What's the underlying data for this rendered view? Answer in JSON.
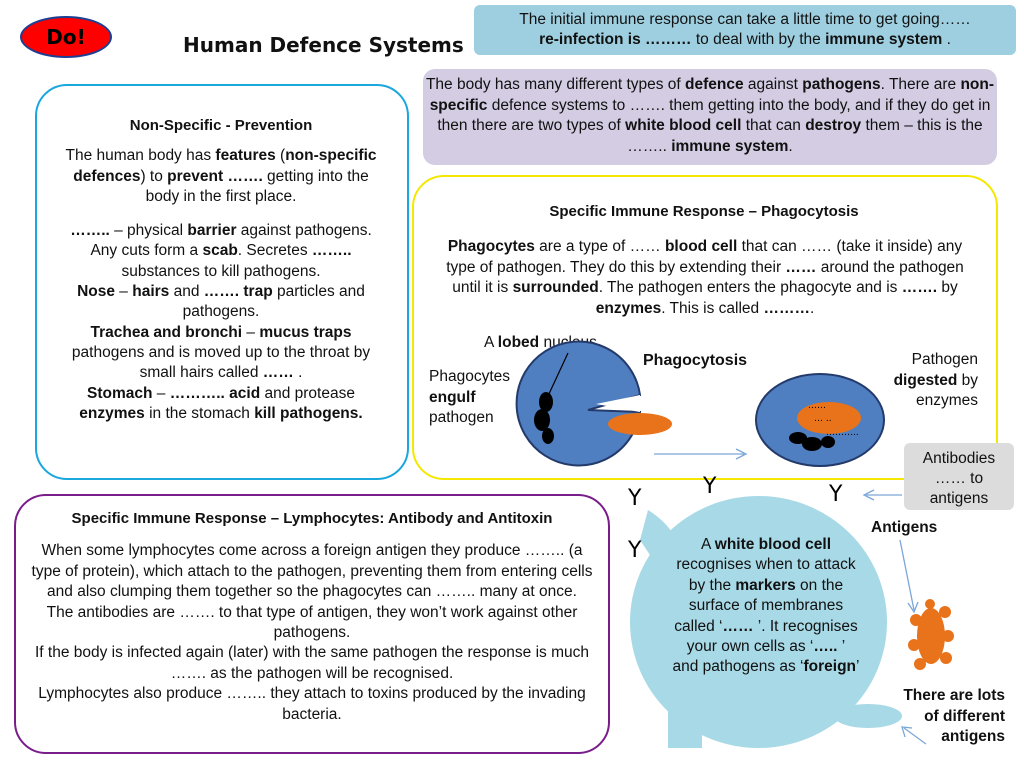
{
  "badge": "Do!",
  "title": "Human Defence Systems",
  "top_note": {
    "l1": "The initial immune response can take a little time to get going……",
    "l2a": "re-infection is ………",
    "l2b": " to deal with by the ",
    "l2c": "immune system",
    "l2d": " ."
  },
  "intro": {
    "a": "The body has many different types of ",
    "b": "defence",
    "c": " against ",
    "d": "pathogens",
    "e": ". There are ",
    "f": "non-specific",
    "g": " defence systems to ……. them getting into the body, and if they do get in then there are two types of ",
    "h": "white blood cell",
    "i": " that can ",
    "j": "destroy",
    "k": " them – this is the …….. ",
    "l": "immune system",
    "m": "."
  },
  "nonspecific": {
    "heading": "Non-Specific - Prevention",
    "p1": {
      "a": "The human body has ",
      "b": "features",
      "c": " (",
      "d": "non-specific defences",
      "e": ") to ",
      "f": "prevent …….",
      "g": " getting into the body in the first place."
    },
    "p2": {
      "a": "……..",
      "b": " – physical ",
      "c": "barrier",
      "d": " against pathogens. Any cuts form a ",
      "e": "scab",
      "f": ". Secretes ",
      "g": "……..",
      "h": " substances to kill pathogens."
    },
    "p3": {
      "a": "Nose",
      "b": " – ",
      "c": "hairs",
      "d": " and ",
      "e": "……. trap",
      "f": " particles and pathogens."
    },
    "p4": {
      "a": "Trachea and bronchi",
      "b": " – ",
      "c": "mucus traps",
      "d": " pathogens and is moved up to the throat by small hairs called ",
      "e": "……",
      "f": " ."
    },
    "p5": {
      "a": "Stomach",
      "b": " – ",
      "c": "……….. acid",
      "d": " and protease ",
      "e": "enzymes",
      "f": " in the stomach ",
      "g": "kill pathogens."
    }
  },
  "phagocytosis": {
    "heading": "Specific Immune Response – Phagocytosis",
    "p": {
      "a": "Phagocytes",
      "b": " are a type of …… ",
      "c": "blood cell",
      "d": " that can …… (take it inside) any type of pathogen. They do this by extending their ",
      "e": "……",
      "f": " around the pathogen until it is ",
      "g": "surrounded",
      "h": ". The pathogen enters the phagocyte and is ",
      "i": "…….",
      "j": " by ",
      "k": "enzymes",
      "l": ". This  is called ",
      "m": "………",
      "n": "."
    },
    "lobed": {
      "a": "A ",
      "b": "lobed",
      "c": " nucleus"
    },
    "engulf": {
      "a": "Phagocytes",
      "b": "engulf",
      "c": "pathogen"
    },
    "center_label": "Phagocytosis",
    "digested": {
      "a": "Pathogen",
      "b": "digested",
      "c": " by",
      "d": "enzymes"
    },
    "dots": {
      "a": "……",
      "b": "…  ..",
      "c": "……….."
    }
  },
  "lymphocytes": {
    "heading": "Specific Immune Response – Lymphocytes: Antibody and Antitoxin",
    "p1": "When some lymphocytes come across a foreign antigen they produce …….. (a type of protein), which attach to the pathogen, preventing them from entering cells and also clumping them together so the phagocytes can …….. many at once.",
    "p2": "The antibodies are ……. to that type of antigen, they won’t work against other pathogens.",
    "p3": "If the body is infected again (later) with the same pathogen the response is much ……. as the pathogen will be recognised.",
    "p4": "Lymphocytes also produce …….. they attach to toxins produced by the invading bacteria."
  },
  "bubble": {
    "a": "A ",
    "b": "white blood cell",
    "c": " recognises when to attack by the ",
    "d": "markers",
    "e": " on the surface of membranes called ‘",
    "f": "……",
    "g": " ’. It recognises your own cells as ‘",
    "h": "…..",
    "i": " ’ and pathogens as ‘",
    "j": "foreign",
    "k": "’"
  },
  "antibodies": {
    "l1": "Antibodies",
    "l2": "…… to",
    "l3": "antigens"
  },
  "antigens_label": "Antigens",
  "lots_label": {
    "l1": "There are  lots",
    "l2": "of different",
    "l3": "antigens"
  },
  "antibody_glyph": "Y",
  "colors": {
    "badge_red": "#ff0000",
    "top_note_bg": "#9ecfe0",
    "intro_bg": "#d3cce2",
    "nonspecific_border": "#1aa7de",
    "phagocytosis_border": "#f4e800",
    "lymphocyte_border": "#7a1d8b",
    "bubble_bg": "#a8d9e6",
    "cell_blue": "#4f7fc0",
    "pathogen_orange": "#e8731b"
  }
}
